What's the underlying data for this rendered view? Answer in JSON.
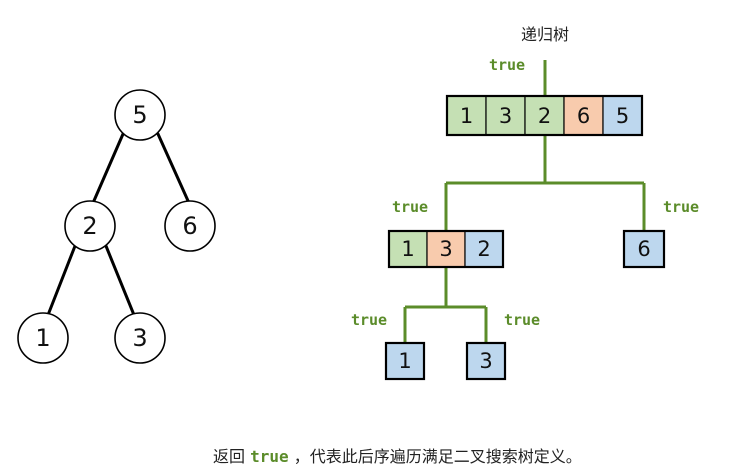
{
  "colors": {
    "green_fill": "#c5e0b4",
    "orange_fill": "#f8cbad",
    "blue_fill": "#bdd7ee",
    "edge_green": "#5b8c2a"
  },
  "tree": {
    "nodes": [
      {
        "id": "n5",
        "value": "5"
      },
      {
        "id": "n2",
        "value": "2"
      },
      {
        "id": "n6",
        "value": "6"
      },
      {
        "id": "n1",
        "value": "1"
      },
      {
        "id": "n3",
        "value": "3"
      }
    ],
    "edges": [
      {
        "from": "5",
        "to": "2"
      },
      {
        "from": "5",
        "to": "6"
      },
      {
        "from": "2",
        "to": "1"
      },
      {
        "from": "2",
        "to": "3"
      }
    ]
  },
  "recursion_tree": {
    "title": "递归树",
    "return_label": "true",
    "arrays": [
      {
        "id": "root",
        "cells": [
          {
            "value": "1",
            "role": "left"
          },
          {
            "value": "3",
            "role": "left"
          },
          {
            "value": "2",
            "role": "left"
          },
          {
            "value": "6",
            "role": "right"
          },
          {
            "value": "5",
            "role": "root"
          }
        ]
      },
      {
        "id": "left-sub",
        "cells": [
          {
            "value": "1",
            "role": "left"
          },
          {
            "value": "3",
            "role": "right"
          },
          {
            "value": "2",
            "role": "root"
          }
        ]
      },
      {
        "id": "right-sub",
        "cells": [
          {
            "value": "6",
            "role": "root"
          }
        ]
      },
      {
        "id": "left-left-sub",
        "cells": [
          {
            "value": "1",
            "role": "root"
          }
        ]
      },
      {
        "id": "left-right-sub",
        "cells": [
          {
            "value": "3",
            "role": "root"
          }
        ]
      }
    ]
  },
  "caption": {
    "prefix": "返回 ",
    "keyword": "true",
    "suffix": " ，代表此后序遍历满足二叉搜索树定义。"
  }
}
